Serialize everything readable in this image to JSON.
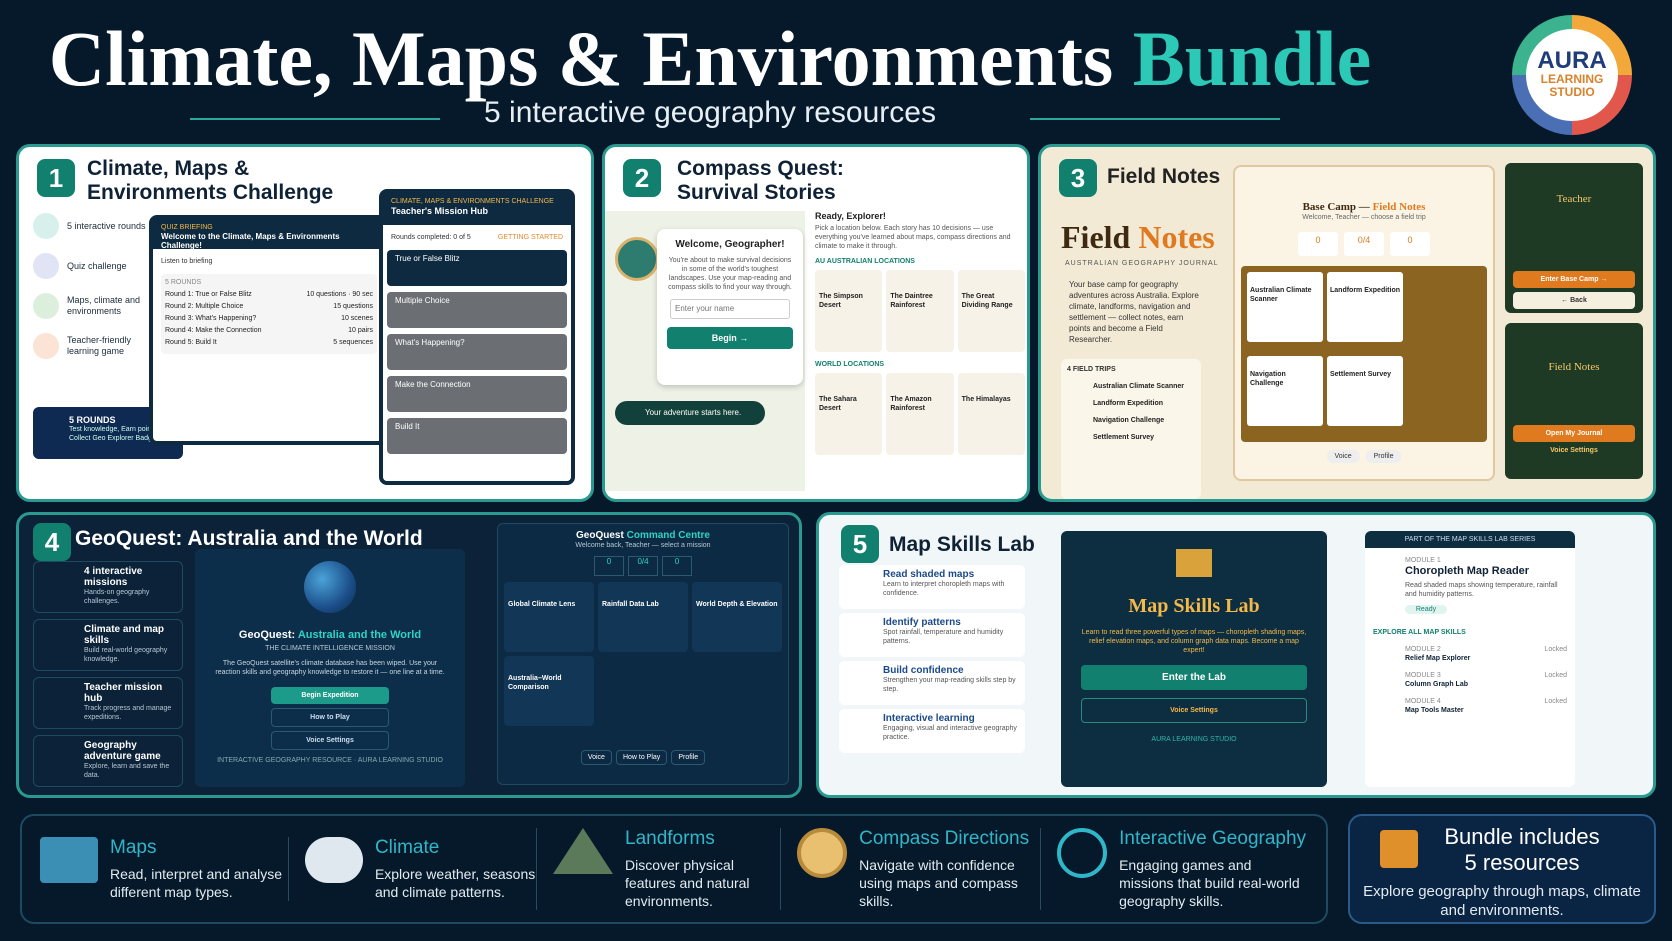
{
  "header": {
    "title_main": "Climate, Maps & Environments",
    "title_accent": "Bundle",
    "subtitle": "5 interactive geography resources"
  },
  "logo": {
    "line1": "AURA",
    "line2": "LEARNING",
    "line3": "STUDIO"
  },
  "c1": {
    "num": "1",
    "title": "Climate, Maps & Environments Challenge",
    "side": [
      "5 interactive rounds",
      "Quiz challenge",
      "Maps, climate and environments",
      "Teacher-friendly learning game"
    ],
    "badge1": "5 ROUNDS",
    "badge2": "Test knowledge, Earn points, Collect Geo Explorer Badges!",
    "brief_label": "QUIZ BRIEFING",
    "brief_title": "Welcome to the Climate, Maps & Environments Challenge!",
    "listen": "Listen to briefing",
    "rounds_label": "5 ROUNDS",
    "rounds": [
      [
        "Round 1: True or False Blitz",
        "10 questions · 90 sec"
      ],
      [
        "Round 2: Multiple Choice",
        "15 questions"
      ],
      [
        "Round 3: What's Happening?",
        "10 scenes"
      ],
      [
        "Round 4: Make the Connection",
        "10 pairs"
      ],
      [
        "Round 5: Build It",
        "5 sequences"
      ]
    ],
    "hub_label": "CLIMATE, MAPS & ENVIRONMENTS CHALLENGE",
    "hub_title": "Teacher's Mission Hub",
    "hub_progress": "Rounds completed: 0 of 5",
    "hub_status": "GETTING STARTED",
    "hub_rows": [
      "True or False Blitz",
      "Multiple Choice",
      "What's Happening?",
      "Make the Connection",
      "Build It"
    ]
  },
  "c2": {
    "num": "2",
    "title1": "Compass Quest:",
    "title2": "Survival Stories",
    "welcome": "Welcome, Geographer!",
    "desc": "You're about to make survival decisions in some of the world's toughest landscapes. Use your map-reading and compass skills to find your way through.",
    "name_ph": "Enter your name",
    "begin": "Begin →",
    "adv": "Your adventure starts here.",
    "ready": "Ready, Explorer!",
    "ready_desc": "Pick a location below. Each story has 10 decisions — use everything you've learned about maps, compass directions and climate to make it through.",
    "au": "AU AUSTRALIAN LOCATIONS",
    "au_cards": [
      "The Simpson Desert",
      "The Daintree Rainforest",
      "The Great Dividing Range"
    ],
    "world": "WORLD LOCATIONS",
    "world_cards": [
      "The Sahara Desert",
      "The Amazon Rainforest",
      "The Himalayas"
    ]
  },
  "c3": {
    "num": "3",
    "title": "Field Notes",
    "logo_word1": "Field",
    "logo_word2": "Notes",
    "journal": "AUSTRALIAN GEOGRAPHY JOURNAL",
    "desc": "Your base camp for geography adventures across Australia. Explore climate, landforms, navigation and settlement — collect notes, earn points and become a Field Researcher.",
    "trips_label": "4 FIELD TRIPS",
    "trips": [
      "Australian Climate Scanner",
      "Landform Expedition",
      "Navigation Challenge",
      "Settlement Survey"
    ],
    "base": "Base Camp —",
    "base_acc": "Field Notes",
    "base_sub": "Welcome, Teacher — choose a field trip",
    "stats": [
      "0",
      "0/4",
      "0"
    ],
    "notes": [
      "Australian Climate Scanner",
      "Landform Expedition",
      "Navigation Challenge",
      "Settlement Survey"
    ],
    "voice": "Voice",
    "profile": "Profile",
    "teacher": "Teacher",
    "enter": "Enter Base Camp →",
    "back": "← Back",
    "fn_title": "Field Notes",
    "open": "Open My Journal",
    "vs": "Voice Settings"
  },
  "c4": {
    "num": "4",
    "title": "GeoQuest: Australia and the World",
    "side": [
      [
        "4 interactive missions",
        "Hands-on geography challenges."
      ],
      [
        "Climate and map skills",
        "Build real-world geography knowledge."
      ],
      [
        "Teacher mission hub",
        "Track progress and manage expeditions."
      ],
      [
        "Geography adventure game",
        "Explore, learn and save the data."
      ]
    ],
    "game_t1": "GeoQuest:",
    "game_t2": "Australia and the World",
    "mission": "THE CLIMATE INTELLIGENCE MISSION",
    "desc": "The GeoQuest satellite's climate database has been wiped. Use your reaction skills and geography knowledge to restore it — one line at a time.",
    "begin": "Begin Expedition",
    "how": "How to Play",
    "vs": "Voice Settings",
    "foot": "INTERACTIVE GEOGRAPHY RESOURCE · AURA LEARNING STUDIO",
    "cc1": "GeoQuest",
    "cc2": "Command Centre",
    "cc_sub": "Welcome back, Teacher — select a mission",
    "cc_stats": [
      "0",
      "0/4",
      "0"
    ],
    "missions": [
      "Global Climate Lens",
      "Rainfall Data Lab",
      "World Depth & Elevation",
      "Australia–World Comparison"
    ],
    "btns": [
      "Voice",
      "How to Play",
      "Profile"
    ]
  },
  "c5": {
    "num": "5",
    "title": "Map Skills Lab",
    "side": [
      [
        "Read shaded maps",
        "Learn to interpret choropleth maps with confidence."
      ],
      [
        "Identify patterns",
        "Spot rainfall, temperature and humidity patterns."
      ],
      [
        "Build confidence",
        "Strengthen your map-reading skills step by step."
      ],
      [
        "Interactive learning",
        "Engaging, visual and interactive geography practice."
      ]
    ],
    "lab": "Map Skills Lab",
    "lab_desc": "Learn to read three powerful types of maps — choropleth shading maps, relief elevation maps, and column graph data maps. Become a map expert!",
    "enter": "Enter the Lab",
    "vs": "Voice Settings",
    "foot": "AURA LEARNING STUDIO",
    "series": "PART OF THE MAP SKILLS LAB SERIES",
    "m1": "MODULE 1",
    "m1t": "Choropleth Map Reader",
    "m1d": "Read shaded maps showing temperature, rainfall and humidity patterns.",
    "ready": "Ready",
    "explore": "EXPLORE ALL MAP SKILLS",
    "mods": [
      [
        "MODULE 2",
        "Relief Map Explorer"
      ],
      [
        "MODULE 3",
        "Column Graph Lab"
      ],
      [
        "MODULE 4",
        "Map Tools Master"
      ]
    ],
    "locked": "Locked"
  },
  "features": [
    [
      "Maps",
      "Read, interpret and analyse different map types."
    ],
    [
      "Climate",
      "Explore weather, seasons and climate patterns."
    ],
    [
      "Landforms",
      "Discover physical features and natural environments."
    ],
    [
      "Compass Directions",
      "Navigate with confidence using maps and compass skills."
    ],
    [
      "Interactive Geography",
      "Engaging games and missions that build real-world geography skills."
    ]
  ],
  "bundle": {
    "t1": "Bundle includes",
    "t2": "5 resources",
    "d": "Explore geography through maps, climate and environments."
  }
}
